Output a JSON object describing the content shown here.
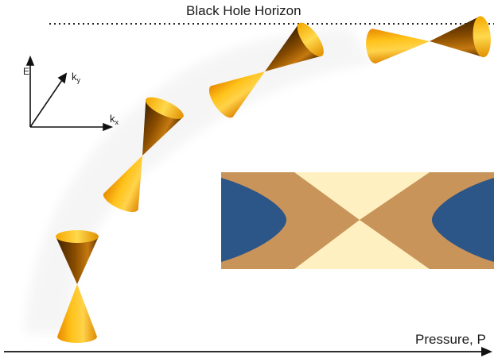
{
  "title": "Black Hole Horizon",
  "x_axis_label": "Pressure, P",
  "axes_labels": {
    "e": "E",
    "kx_main": "k",
    "kx_sub": "x",
    "ky_main": "k",
    "ky_sub": "y"
  },
  "colors": {
    "cone_light": "#ffc21a",
    "cone_mid": "#f09a0a",
    "cone_dark": "#7a4200",
    "inset_bg": "#fff0c2",
    "inset_band": "#c8945a",
    "inset_pocket": "#2c5588",
    "arrow": "#111111"
  },
  "cones": [
    {
      "id": "cone-1",
      "tilt_deg": 0
    },
    {
      "id": "cone-2",
      "tilt_deg": 25
    },
    {
      "id": "cone-3",
      "tilt_deg": 55
    },
    {
      "id": "cone-4",
      "tilt_deg": 85
    }
  ]
}
